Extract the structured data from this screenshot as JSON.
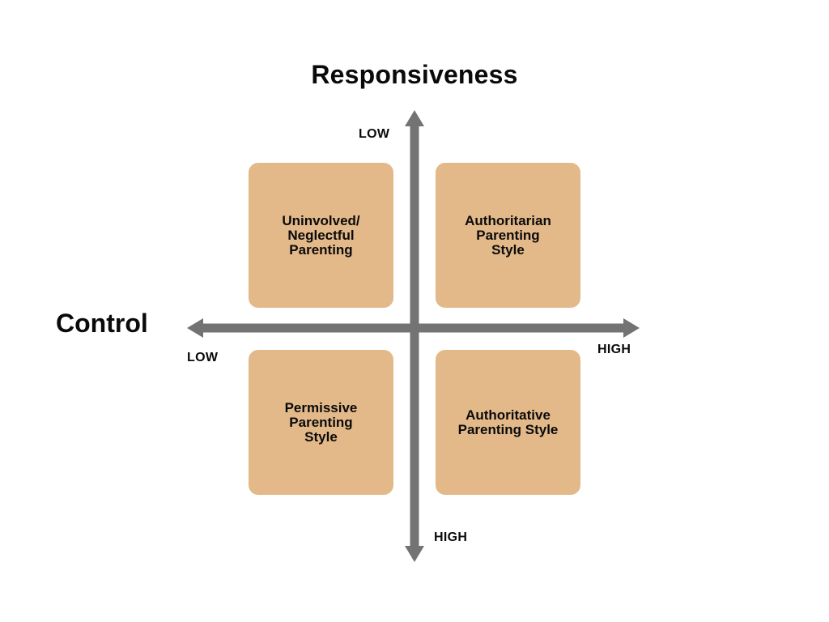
{
  "titles": {
    "vertical_axis": "Responsiveness",
    "horizontal_axis": "Control"
  },
  "ticks": {
    "vertical_low": "LOW",
    "vertical_high": "HIGH",
    "horizontal_low": "LOW",
    "horizontal_high": "HIGH"
  },
  "quadrants": {
    "top_left": "Uninvolved/\nNeglectful\nParenting",
    "top_right": "Authoritarian\nParenting\nStyle",
    "bottom_left": "Permissive\nParenting\nStyle",
    "bottom_right": "Authoritative\nParenting Style"
  },
  "colors": {
    "quadrant_fill": "#e3b98a",
    "axis": "#737373",
    "text": "#0a0a0a",
    "background": "#ffffff"
  }
}
